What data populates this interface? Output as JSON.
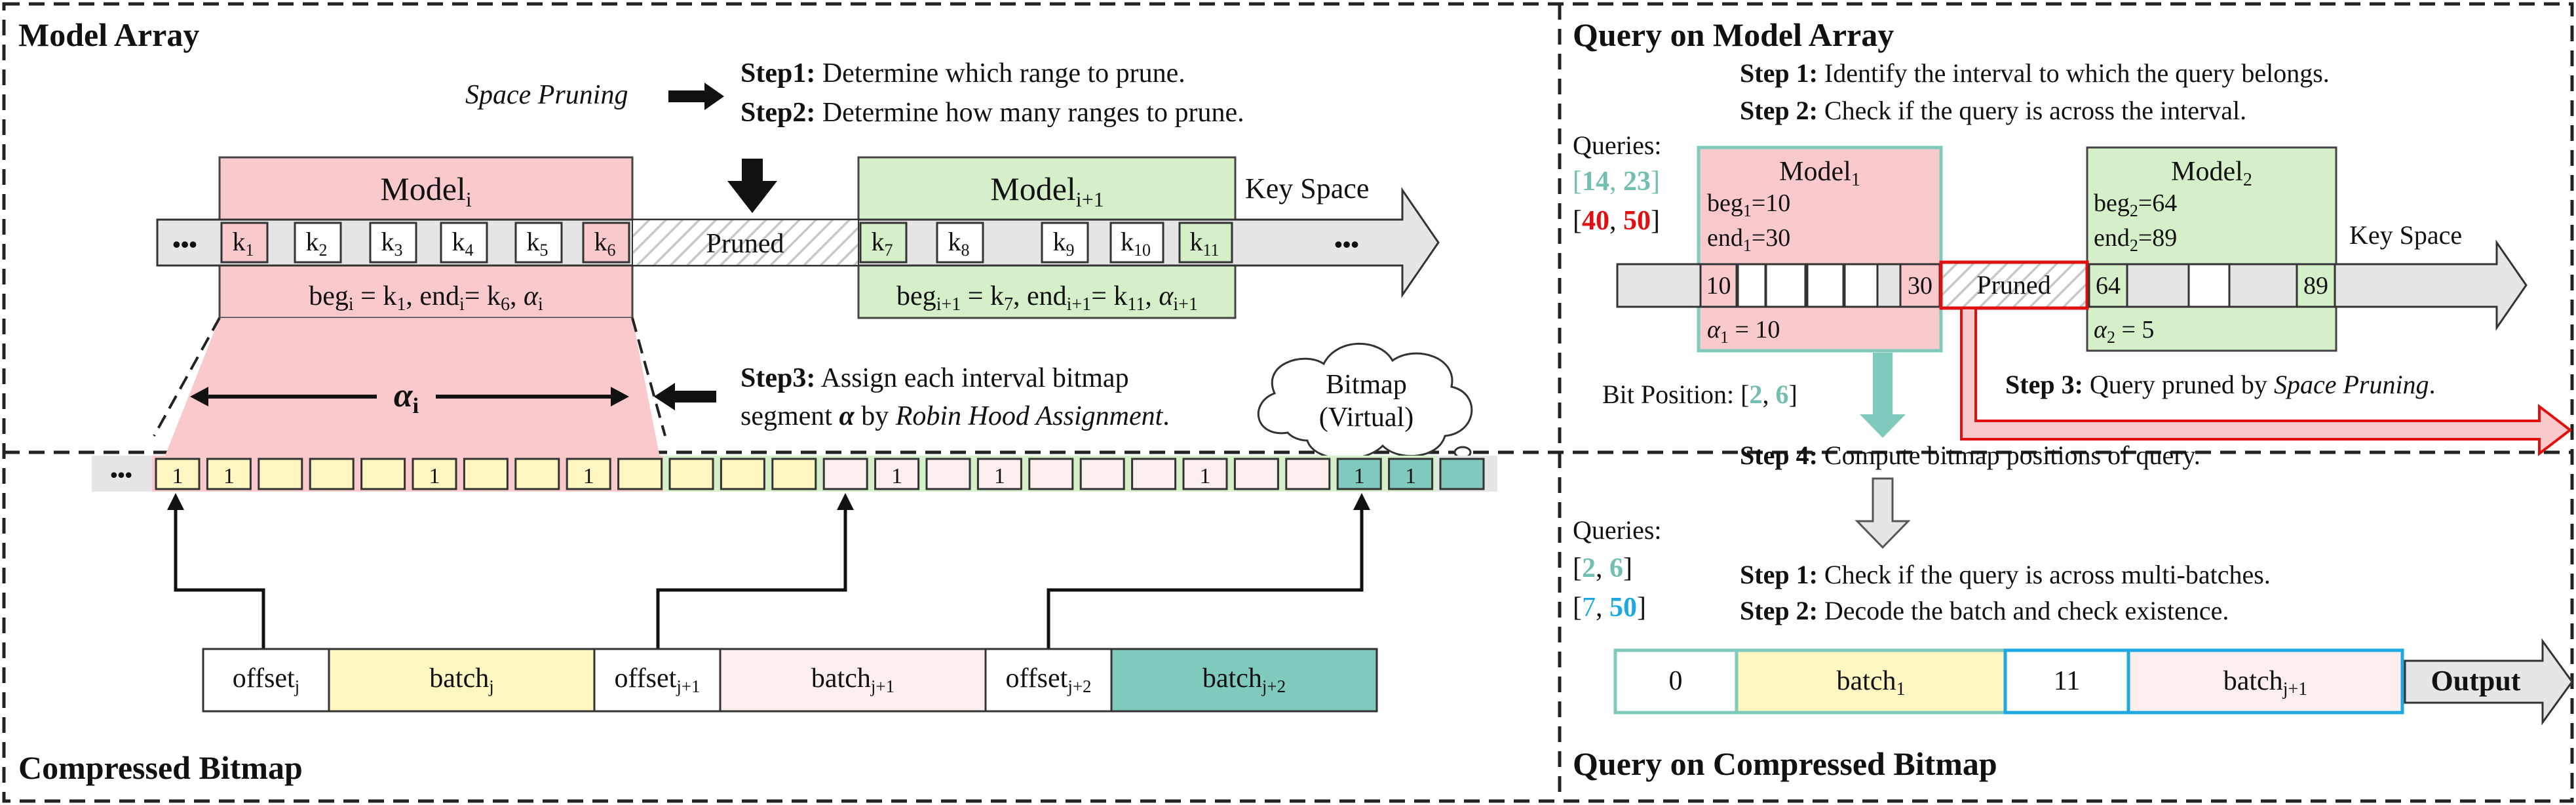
{
  "panels": {
    "model_array": "Model Array",
    "compressed_bitmap": "Compressed Bitmap",
    "query_model": "Query on Model Array",
    "query_bitmap": "Query on Compressed Bitmap"
  },
  "left_top": {
    "space_pruning": "Space Pruning",
    "step1_label": "Step1:",
    "step1_text": "Determine  which range to prune.",
    "step2_label": "Step2:",
    "step2_text": "Determine  how many ranges to prune.",
    "model_i": "Model",
    "model_i_sub": "i",
    "model_i1": "Model",
    "model_i1_sub": "i+1",
    "key_space": "Key Space",
    "pruned": "Pruned",
    "dots": "•••",
    "keys_left": [
      {
        "base": "k",
        "sub": "1"
      },
      {
        "base": "k",
        "sub": "2"
      },
      {
        "base": "k",
        "sub": "3"
      },
      {
        "base": "k",
        "sub": "4"
      },
      {
        "base": "k",
        "sub": "5"
      },
      {
        "base": "k",
        "sub": "6"
      }
    ],
    "keys_right": [
      {
        "base": "k",
        "sub": "7"
      },
      {
        "base": "k",
        "sub": "8"
      },
      {
        "base": "k",
        "sub": "9"
      },
      {
        "base": "k",
        "sub": "10"
      },
      {
        "base": "k",
        "sub": "11"
      }
    ],
    "formula_i": "beg_i = k_1, end_i = k_6, α_i",
    "formula_i1": "beg_i+1 = k_7, end_i+1 = k_11, α_i+1",
    "alpha_i": "α",
    "alpha_i_sub": "i",
    "step3_label": "Step3:",
    "step3_text_a": "Assign each interval bitmap",
    "step3_text_b": "segment",
    "step3_text_c": "by",
    "step3_text_d": "Robin Hood Assignment",
    "bitmap_cloud_a": "Bitmap",
    "bitmap_cloud_b": "(Virtual)"
  },
  "bitmap_cells": [
    "1",
    "1",
    "",
    "",
    "",
    "1",
    "",
    "",
    "1",
    "",
    "",
    "",
    "",
    "",
    "1",
    "",
    "1",
    "",
    "",
    "",
    "1",
    "",
    "",
    "1",
    "1",
    ""
  ],
  "batches": [
    {
      "offset": "offset",
      "offset_sub": "j",
      "batch": "batch",
      "batch_sub": "j"
    },
    {
      "offset": "offset",
      "offset_sub": "j+1",
      "batch": "batch",
      "batch_sub": "j+1"
    },
    {
      "offset": "offset",
      "offset_sub": "j+2",
      "batch": "batch",
      "batch_sub": "j+2"
    }
  ],
  "right_top": {
    "step1_label": "Step 1:",
    "step1_text": "Identify the interval to which the query belongs.",
    "step2_label": "Step 2:",
    "step2_text": "Check if the query is across the interval.",
    "queries_label": "Queries:",
    "q1_a": "14",
    "q1_b": "23",
    "q2_a": "40",
    "q2_b": "50",
    "model1": "Model",
    "model1_sub": "1",
    "beg1": "beg",
    "beg1_val": "=10",
    "end1": "end",
    "end1_val": "=30",
    "model2": "Model",
    "model2_sub": "2",
    "beg2": "beg",
    "beg2_val": "=64",
    "end2": "end",
    "end2_val": "=89",
    "key_space": "Key Space",
    "cells_left": [
      "10",
      "",
      "",
      "",
      "",
      "30"
    ],
    "pruned": "Pruned",
    "cells_right": [
      "64",
      "",
      "",
      "",
      "89"
    ],
    "alpha1": "α",
    "alpha1_val": " = 10",
    "alpha2": "α",
    "alpha2_val": " = 5",
    "bit_position_label": "Bit Position: [",
    "bit_a": "2",
    "bit_b": "6",
    "step3_label": "Step 3:",
    "step3_text": "Query pruned by",
    "step3_italic": "Space Pruning",
    "step4_label": "Step 4:",
    "step4_text": "Compute bitmap positions of query."
  },
  "right_bottom": {
    "queries_label": "Queries:",
    "q1_a": "2",
    "q1_b": "6",
    "q2_a": "7",
    "q2_b": "50",
    "step1_label": "Step 1:",
    "step1_text": "Check if the query is across multi-batches.",
    "step2_label": "Step 2:",
    "step2_text": "Decode the batch and check existence.",
    "cell0": "0",
    "batch1": "batch",
    "batch1_sub": "1",
    "cell11": "11",
    "batchj1": "batch",
    "batchj1_sub": "j+1",
    "output": "Output"
  },
  "colors": {
    "pink": "#f9c9cc",
    "green": "#d5efc9",
    "teal": "#7fcabd",
    "teal_dark": "#72bfb1",
    "yellow": "#fdf6c0",
    "light_pink": "#fbeeec",
    "red": "#e01010",
    "blue": "#1da9e0",
    "gray": "#e6e6e6"
  }
}
